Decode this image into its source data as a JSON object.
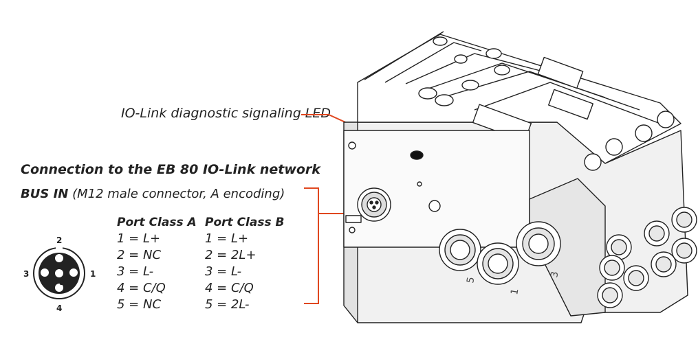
{
  "labels": {
    "led": "IO-Link diagnostic signaling LED",
    "connection_title": "Connection to the EB 80 IO-Link network",
    "bus_name": "BUS IN",
    "bus_desc": "(M12 male connector, A encoding)"
  },
  "port_classes": [
    {
      "header": "Port Class A",
      "pins": [
        "1 = L+",
        "2 = NC",
        "3 = L-",
        "4 = C/Q",
        "5 = NC"
      ]
    },
    {
      "header": "Port Class B",
      "pins": [
        "1 = L+",
        "2 = 2L+",
        "3 = L-",
        "4 = C/Q",
        "5 = 2L-"
      ]
    }
  ],
  "connector_pins": {
    "top": "2",
    "left": "3",
    "right": "1",
    "bottom": "4",
    "center": "5"
  },
  "port_numbers": [
    "5",
    "1",
    "3"
  ],
  "colors": {
    "callout": "#e0471f",
    "line": "#222222",
    "body": "#ffffff",
    "shade": "#e9e9e9"
  }
}
